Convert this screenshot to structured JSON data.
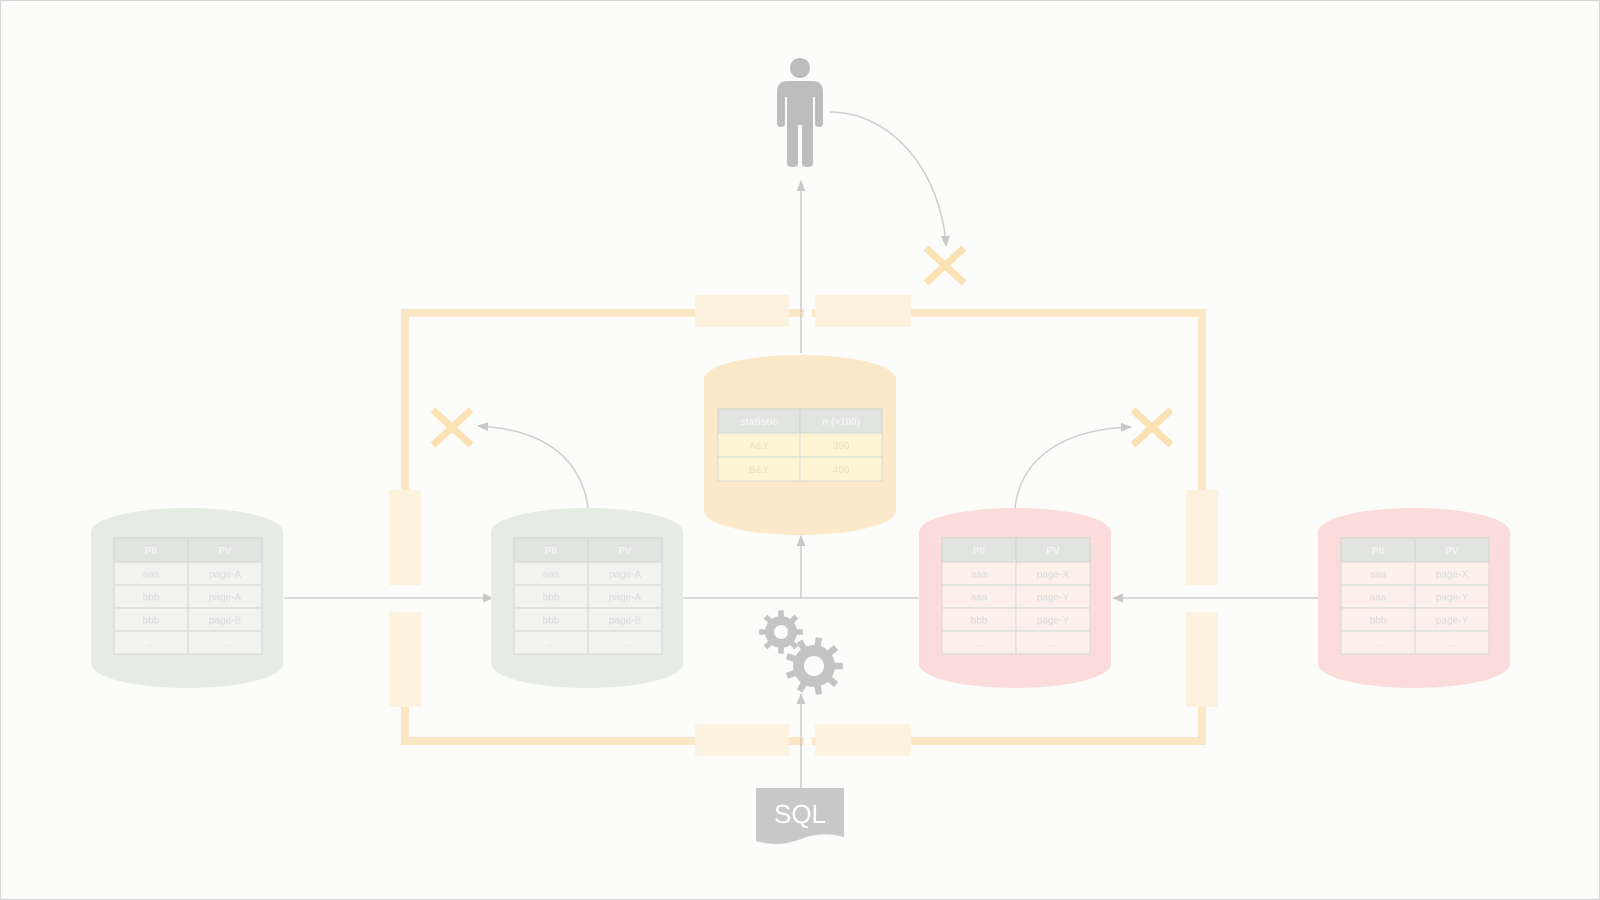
{
  "colors": {
    "background": "#fcfdfb",
    "frame": "#fbe7c6",
    "line": "#cfcfcf",
    "green_db": "#e6ebe3",
    "pink_db": "#fbdcdb",
    "orange_db": "#fbe9c9",
    "cross": "#fbe2b3",
    "person": "#bdbdbd",
    "gears": "#c4c4c4",
    "table_header": "#e2e4e1",
    "table_cell": "#f2f3f1",
    "table_cell_text": "#dadada"
  },
  "databases": {
    "green_left": {
      "headers": [
        "PII",
        "PV"
      ],
      "rows": [
        [
          "aaa",
          "page-A"
        ],
        [
          "bbb",
          "page-A"
        ],
        [
          "bbb",
          "page-B"
        ],
        [
          "...",
          "..."
        ]
      ]
    },
    "green_center": {
      "headers": [
        "PII",
        "PV"
      ],
      "rows": [
        [
          "aaa",
          "page-A"
        ],
        [
          "bbb",
          "page-A"
        ],
        [
          "bbb",
          "page-B"
        ],
        [
          "...",
          "..."
        ]
      ]
    },
    "pink_center": {
      "headers": [
        "PII",
        "PV"
      ],
      "rows": [
        [
          "aaa",
          "page-X"
        ],
        [
          "aaa",
          "page-Y"
        ],
        [
          "bbb",
          "page-Y"
        ],
        [
          "...",
          "..."
        ]
      ]
    },
    "pink_right": {
      "headers": [
        "PII",
        "PV"
      ],
      "rows": [
        [
          "aaa",
          "page-X"
        ],
        [
          "aaa",
          "page-Y"
        ],
        [
          "bbb",
          "page-Y"
        ],
        [
          "...",
          "..."
        ]
      ]
    },
    "stats": {
      "headers": [
        "statistic",
        "n (>100)"
      ],
      "rows": [
        [
          "A&Y",
          "350"
        ],
        [
          "B&Y",
          "400"
        ]
      ]
    }
  },
  "icons": {
    "person": "person-icon",
    "gears": "gears-icon",
    "query": "sql-document-icon",
    "blocked": "cross-icon"
  },
  "sql_label": "SQL"
}
